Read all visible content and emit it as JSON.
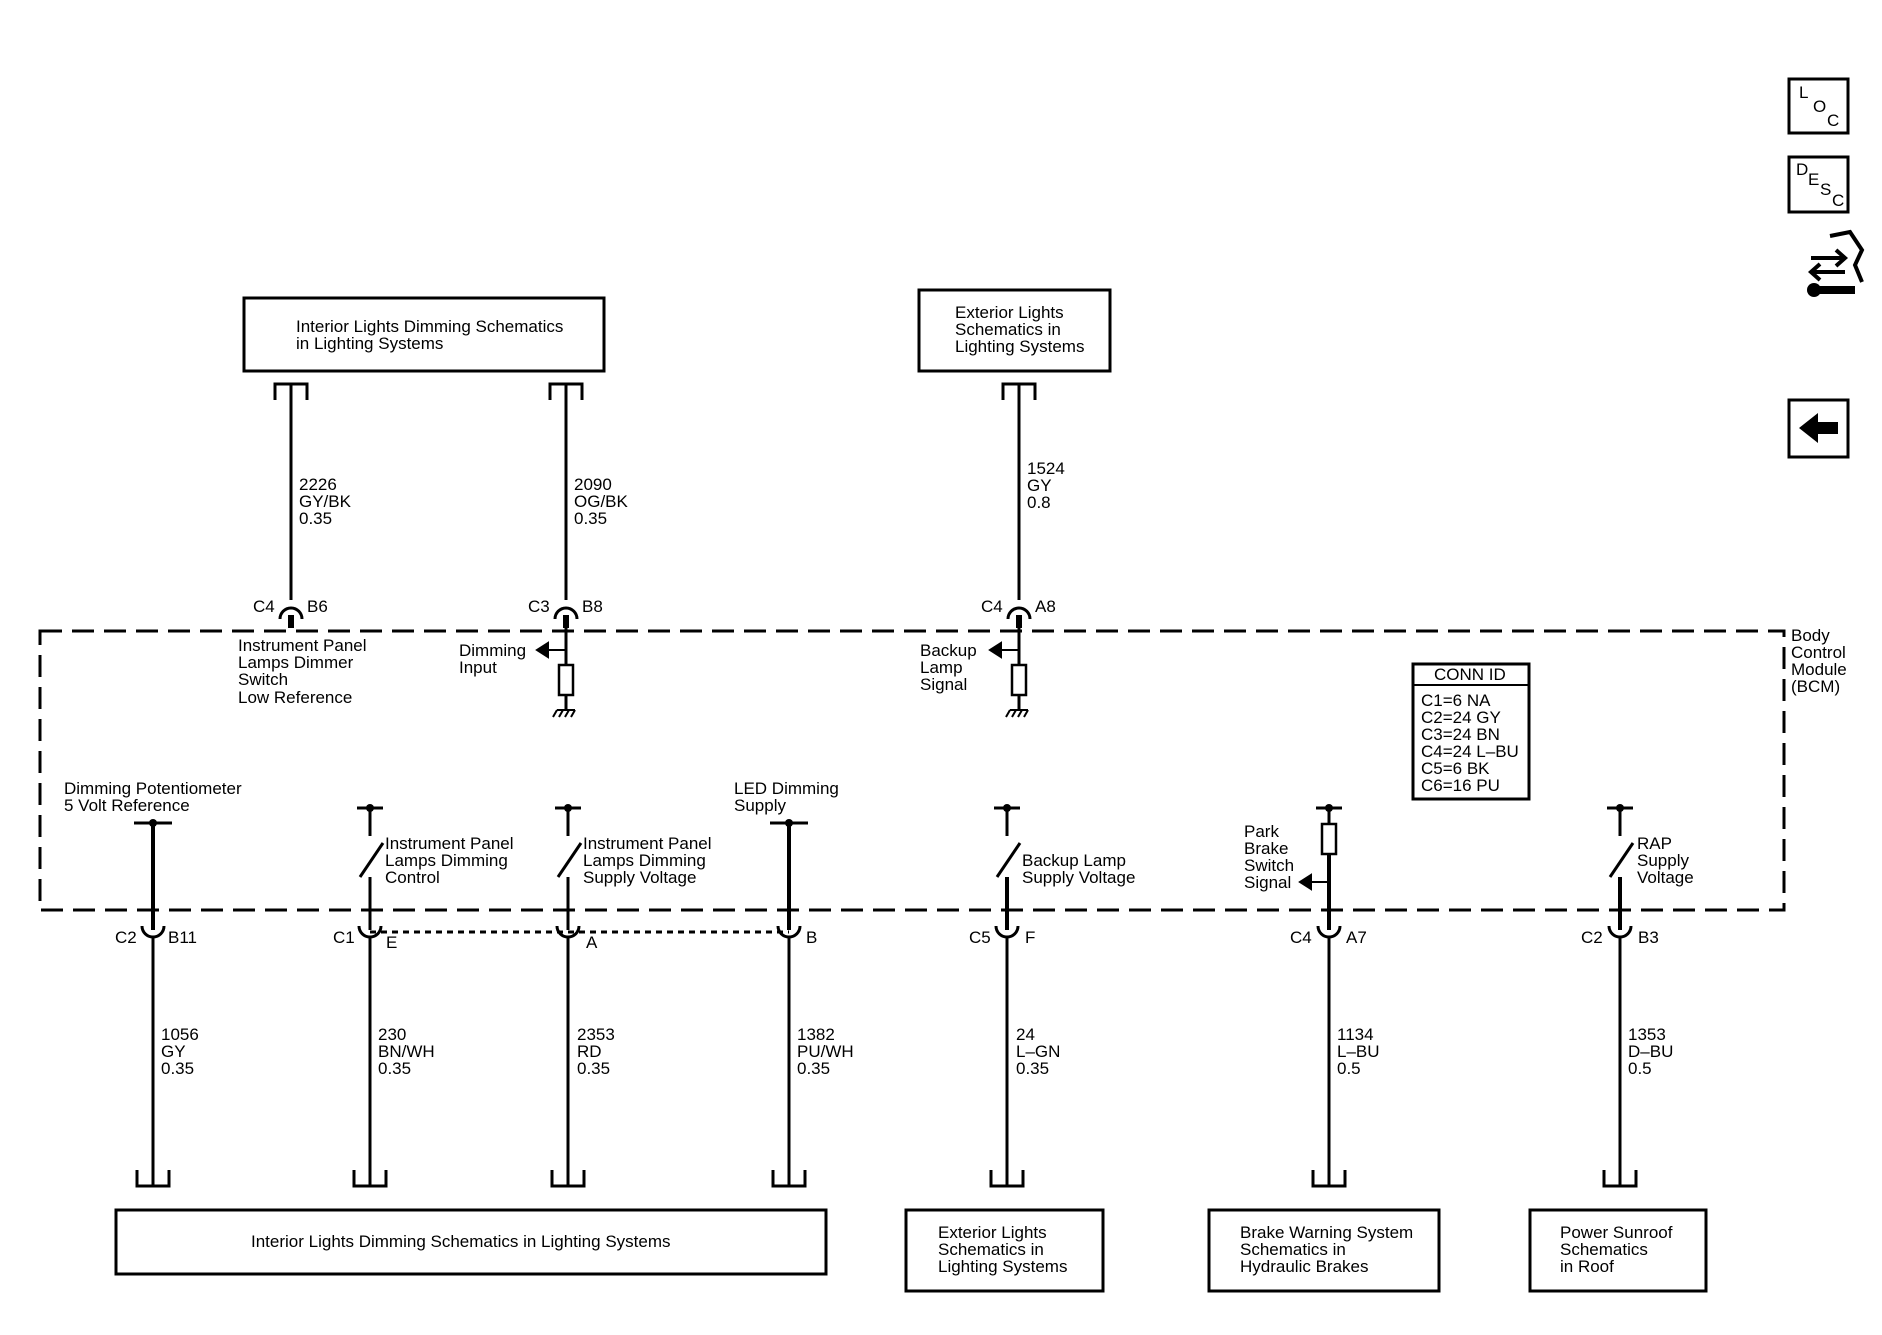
{
  "colors": {
    "ink": "#000000",
    "background": "#ffffff"
  },
  "nav_buttons": {
    "loc": {
      "icon": "loc-icon",
      "chars": [
        "L",
        "O",
        "C"
      ]
    },
    "desc": {
      "icon": "desc-icon",
      "chars": [
        "D",
        "E",
        "S",
        "C"
      ]
    },
    "service": {
      "icon": "connector-wrench-icon"
    },
    "back": {
      "icon": "back-arrow-icon"
    }
  },
  "top_boxes": {
    "interior": [
      "Interior Lights Dimming Schematics",
      "in Lighting Systems"
    ],
    "exterior": [
      "Exterior Lights",
      "Schematics in",
      "Lighting Systems"
    ]
  },
  "top_wires": [
    {
      "circuit": "2226",
      "color": "GY/BK",
      "gauge": "0.35",
      "connector": "C4",
      "pin": "B6"
    },
    {
      "circuit": "2090",
      "color": "OG/BK",
      "gauge": "0.35",
      "connector": "C3",
      "pin": "B8"
    },
    {
      "circuit": "1524",
      "color": "GY",
      "gauge": "0.8",
      "connector": "C4",
      "pin": "A8"
    }
  ],
  "module": {
    "name": [
      "Body",
      "Control",
      "Module",
      "(BCM)"
    ]
  },
  "internal_labels": {
    "ip_dimmer_low_ref": [
      "Instrument Panel",
      "Lamps Dimmer",
      "Switch",
      "Low Reference"
    ],
    "dimming_input": [
      "Dimming",
      "Input"
    ],
    "backup_lamp_signal": [
      "Backup",
      "Lamp",
      "Signal"
    ],
    "dimming_pot_ref": [
      "Dimming Potentiometer",
      "5 Volt Reference"
    ],
    "ip_dimming_control": [
      "Instrument Panel",
      "Lamps Dimming",
      "Control"
    ],
    "ip_dimming_supply": [
      "Instrument Panel",
      "Lamps Dimming",
      "Supply Voltage"
    ],
    "led_dimming_supply": [
      "LED Dimming",
      "Supply"
    ],
    "backup_lamp_supply": [
      "Backup Lamp",
      "Supply Voltage"
    ],
    "park_brake_signal": [
      "Park",
      "Brake",
      "Switch",
      "Signal"
    ],
    "rap_supply": [
      "RAP",
      "Supply",
      "Voltage"
    ]
  },
  "conn_id": {
    "title": "CONN ID",
    "rows": [
      "C1=6 NA",
      "C2=24 GY",
      "C3=24 BN",
      "C4=24 L–BU",
      "C5=6 BK",
      "C6=16 PU"
    ]
  },
  "bottom_wires": [
    {
      "circuit": "1056",
      "color": "GY",
      "gauge": "0.35",
      "connector": "C2",
      "pin": "B11"
    },
    {
      "circuit": "230",
      "color": "BN/WH",
      "gauge": "0.35",
      "connector": "C1",
      "pin": "E"
    },
    {
      "circuit": "2353",
      "color": "RD",
      "gauge": "0.35",
      "connector": "",
      "pin": "A"
    },
    {
      "circuit": "1382",
      "color": "PU/WH",
      "gauge": "0.35",
      "connector": "",
      "pin": "B"
    },
    {
      "circuit": "24",
      "color": "L–GN",
      "gauge": "0.35",
      "connector": "C5",
      "pin": "F"
    },
    {
      "circuit": "1134",
      "color": "L–BU",
      "gauge": "0.5",
      "connector": "C4",
      "pin": "A7"
    },
    {
      "circuit": "1353",
      "color": "D–BU",
      "gauge": "0.5",
      "connector": "C2",
      "pin": "B3"
    }
  ],
  "bottom_boxes": {
    "interior": [
      "Interior Lights Dimming Schematics in Lighting Systems"
    ],
    "exterior": [
      "Exterior Lights",
      "Schematics in",
      "Lighting Systems"
    ],
    "brake": [
      "Brake Warning System",
      "Schematics in",
      "Hydraulic Brakes"
    ],
    "sunroof": [
      "Power Sunroof",
      "Schematics",
      "in Roof"
    ]
  }
}
